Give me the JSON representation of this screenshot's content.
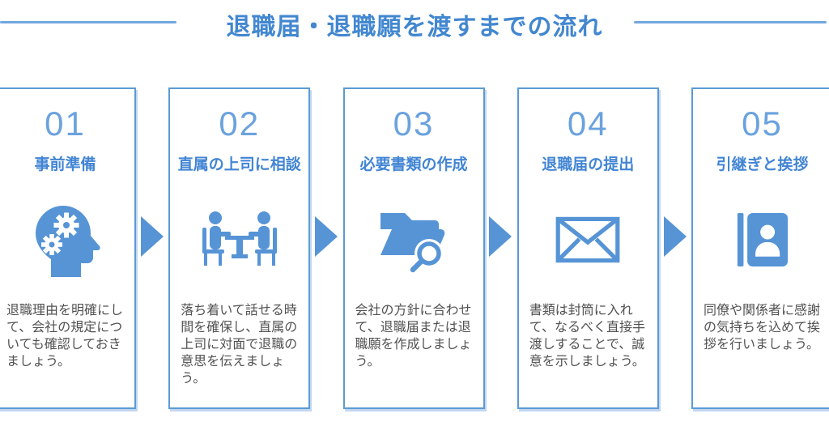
{
  "header": {
    "title": "退職届・退職願を渡すまでの流れ"
  },
  "steps": [
    {
      "number": "01",
      "title": "事前準備",
      "icon": "head-gears-icon",
      "description": "退職理由を明確にして、会社の規定についても確認しておきましょう。"
    },
    {
      "number": "02",
      "title": "直属の上司に相談",
      "icon": "meeting-table-icon",
      "description": "落ち着いて話せる時間を確保し、直属の上司に対面で退職の意思を伝えましょう。"
    },
    {
      "number": "03",
      "title": "必要書類の作成",
      "icon": "folder-magnifier-icon",
      "description": "会社の方針に合わせて、退職届または退職願を作成しましょう。"
    },
    {
      "number": "04",
      "title": "退職届の提出",
      "icon": "envelope-icon",
      "description": "書類は封筒に入れて、なるべく直接手渡しすることで、誠意を示しましょう。"
    },
    {
      "number": "05",
      "title": "引継ぎと挨拶",
      "icon": "address-book-icon",
      "description": "同僚や関係者に感謝の気持ちを込めて挨拶を行いましょう。"
    }
  ],
  "colors": {
    "title_blue": "#4287d0",
    "box_border_blue": "#5b9bd5",
    "icon_blue": "#5694d6",
    "number_blue": "#6ba2de",
    "body_text_gray": "#515151"
  }
}
